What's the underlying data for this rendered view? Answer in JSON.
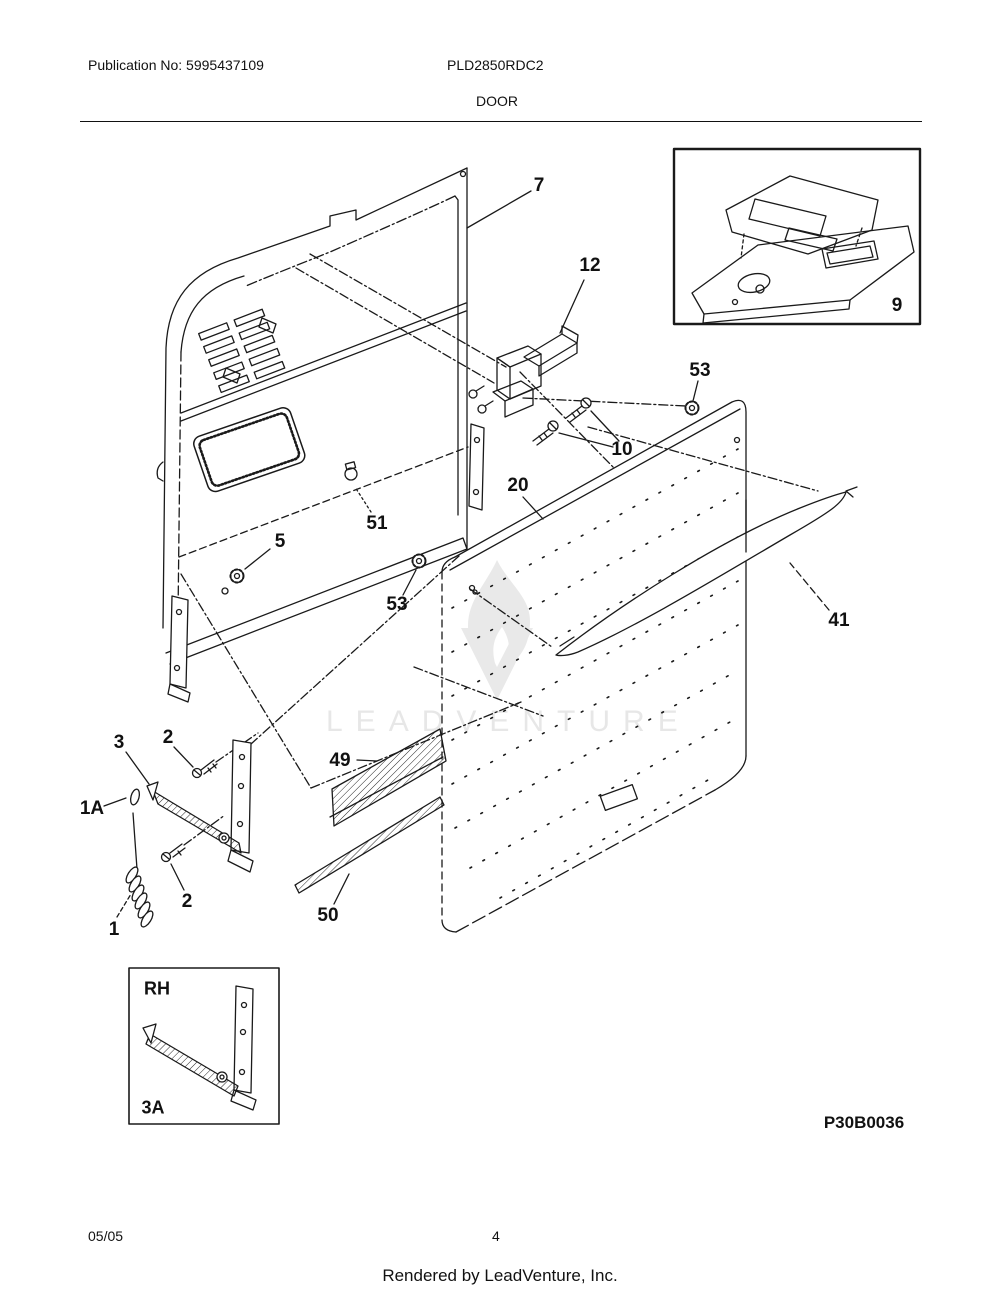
{
  "header": {
    "publication": "Publication No: 5995437109",
    "model": "PLD2850RDC2",
    "section_title": "DOOR"
  },
  "watermark": {
    "text": "LEADVENTURE",
    "logo": "leadventure-flame",
    "color": "#e7e7e7"
  },
  "diagram": {
    "drawing_number": "P30B0036",
    "line_color": "#1a1a1a",
    "callouts": {
      "c7": "7",
      "c12": "12",
      "c9": "9",
      "c53_top": "53",
      "c10": "10",
      "c20": "20",
      "c51": "51",
      "c5": "5",
      "c53_mid": "53",
      "c41": "41",
      "c3": "3",
      "c2_upper": "2",
      "c1a": "1A",
      "c49": "49",
      "c2_lower": "2",
      "c1": "1",
      "c50": "50"
    },
    "inset_labels": {
      "hinge_orientation": "RH",
      "hinge_label": "3A"
    }
  },
  "footer": {
    "date": "05/05",
    "page_number": "4",
    "credit": "Rendered by LeadVenture, Inc."
  }
}
